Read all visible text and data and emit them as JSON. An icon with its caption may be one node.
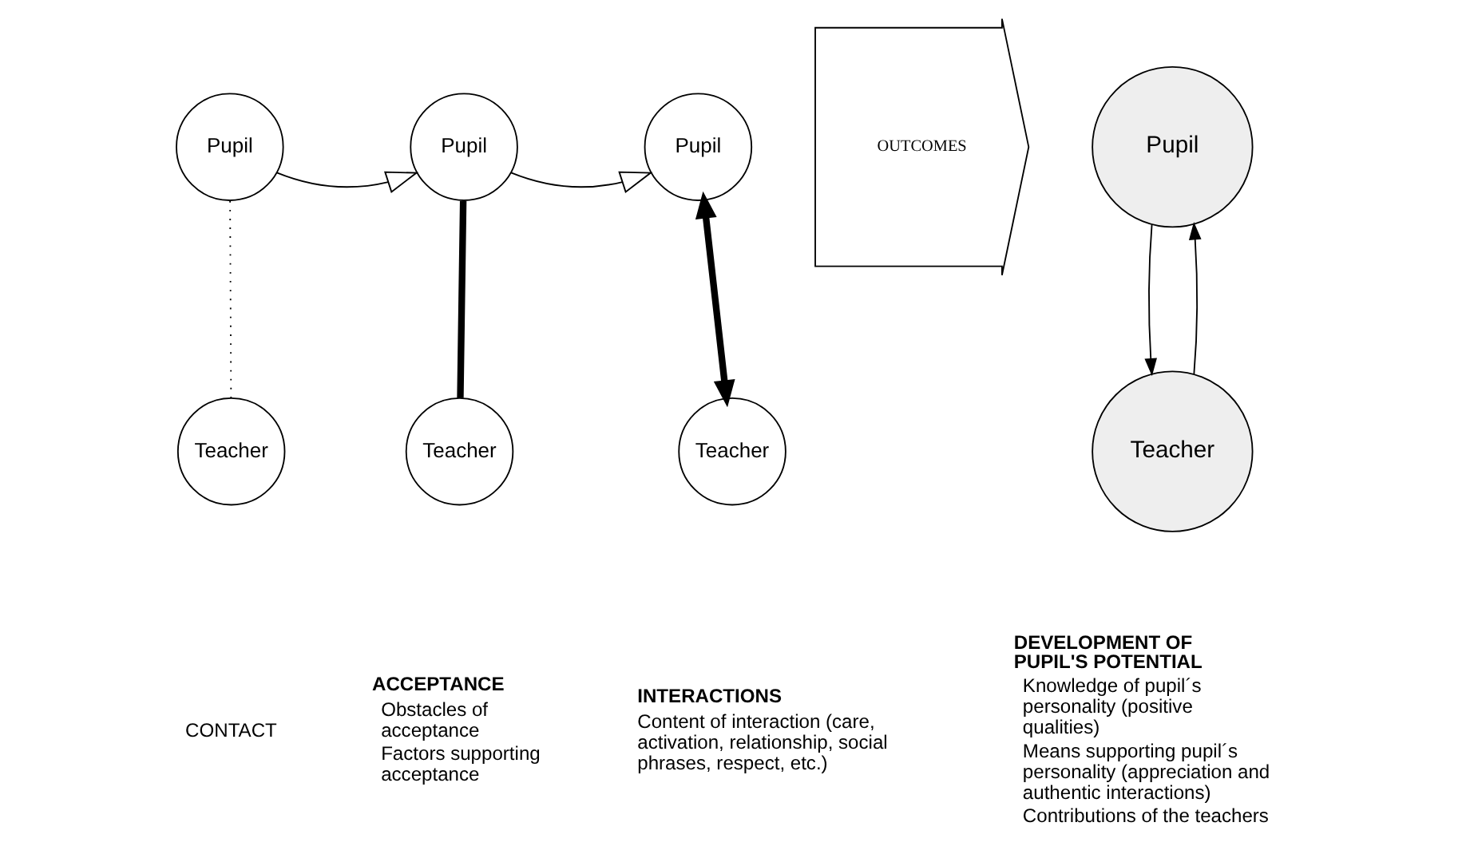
{
  "diagram": {
    "nodes": [
      {
        "text": [
          "Pupil"
        ]
      },
      {
        "text": [
          "Teacher"
        ]
      },
      {
        "text": [
          "Pupil"
        ]
      },
      {
        "text": [
          "Teacher"
        ]
      },
      {
        "text": [
          "Pupil"
        ]
      },
      {
        "text": [
          "Teacher"
        ]
      },
      {
        "text": [
          "OUTCOMES"
        ]
      },
      {
        "text": [
          "Pupil"
        ]
      },
      {
        "text": [
          "Teacher"
        ]
      }
    ],
    "edges": [
      {
        "from": 0,
        "to": 1,
        "arrow": "none",
        "style": "dashed"
      },
      {
        "from": 0,
        "to": 2,
        "arrow": "to"
      },
      {
        "from": 2,
        "to": 3,
        "arrow": "none",
        "style": "thick"
      },
      {
        "from": 2,
        "to": 4,
        "arrow": "to"
      },
      {
        "from": 4,
        "to": 5,
        "arrow": "both",
        "style": "thick"
      },
      {
        "from": 7,
        "to": 8,
        "arrow": "to"
      },
      {
        "from": 8,
        "to": 7,
        "arrow": "to"
      }
    ],
    "labels": [
      "CONTACT",
      "ACCEPTANCE",
      "Obstacles of acceptance",
      "Factors supporting acceptance",
      "INTERACTIONS",
      "Content of interaction (care, activation, relationship, social phrases, respect, etc.)",
      "DEVELOPMENT OF PUPIL'S POTENTIAL",
      "Knowledge of pupil´s personality (positive qualities)",
      "Means supporting pupil´s personality (appreciation and authentic interactions)",
      "Contributions of the teachers"
    ]
  }
}
